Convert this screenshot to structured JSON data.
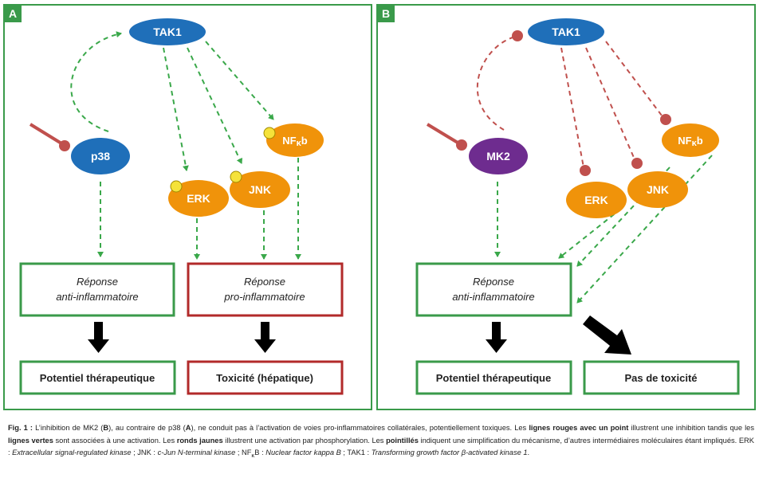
{
  "panels": {
    "a": {
      "tag": "A",
      "nodes": {
        "tak1": "TAK1",
        "p38": "p38",
        "nfkb_main": "NF",
        "nfkb_kappa": "κ",
        "nfkb_tail": "b",
        "erk": "ERK",
        "jnk": "JNK"
      },
      "response_anti_line1": "Réponse",
      "response_anti_line2": "anti-inflammatoire",
      "response_pro_line1": "Réponse",
      "response_pro_line2": "pro-inflammatoire",
      "outcome_left": "Potentiel thérapeutique",
      "outcome_right": "Toxicité (hépatique)"
    },
    "b": {
      "tag": "B",
      "nodes": {
        "tak1": "TAK1",
        "mk2": "MK2",
        "nfkb_main": "NF",
        "nfkb_kappa": "κ",
        "nfkb_tail": "b",
        "erk": "ERK",
        "jnk": "JNK"
      },
      "response_line1": "Réponse",
      "response_line2": "anti-inflammatoire",
      "outcome_left": "Potentiel thérapeutique",
      "outcome_right": "Pas de toxicité"
    }
  },
  "colors": {
    "panel_border": "#3a9a4a",
    "tag_bg": "#3a9a4a",
    "blue_node": "#1f6fb9",
    "orange_node": "#f0930a",
    "purple_node": "#6e2c8f",
    "green_line": "#3aa84a",
    "red_line": "#c0504d",
    "yellow_dot": "#f5e23a",
    "green_box": "#3a9a4a",
    "red_box": "#b22a2a"
  },
  "caption": {
    "fig_label": "Fig. 1 :",
    "t1": " L’inhibition de MK2 (",
    "b_letter": "B",
    "t2": "), au contraire de p38 (",
    "a_letter": "A",
    "t3": "), ne conduit pas à l’activation de voies pro-inflammatoires collatérales, potentiellement toxiques. Les ",
    "red_lines": "lignes rouges avec un point",
    "t4": " illustrent une inhibition tandis que les ",
    "green_lines": "lignes vertes",
    "t5": " sont associées à une activation. Les ",
    "yellow_dots": "ronds jaunes",
    "t6": " illustrent une activation par phosphorylation. Les ",
    "dotted": "pointillés",
    "t7": " indiquent une simplification du mécanisme, d’autres intermédiaires moléculaires étant impliqués. ERK : ",
    "erk_def": "Extracellular signal-regulated kinase",
    "t8": " ; JNK : ",
    "jnk_def": "c-Jun N-terminal kinase",
    "t9": " ; NF",
    "t9_kappa": "κ",
    "t9b": "B : ",
    "nfkb_def": "Nuclear factor kappa B",
    "t10": " ; TAK1 : ",
    "tak1_def": "Transforming growth factor β-activated kinase 1",
    "t11": "."
  }
}
